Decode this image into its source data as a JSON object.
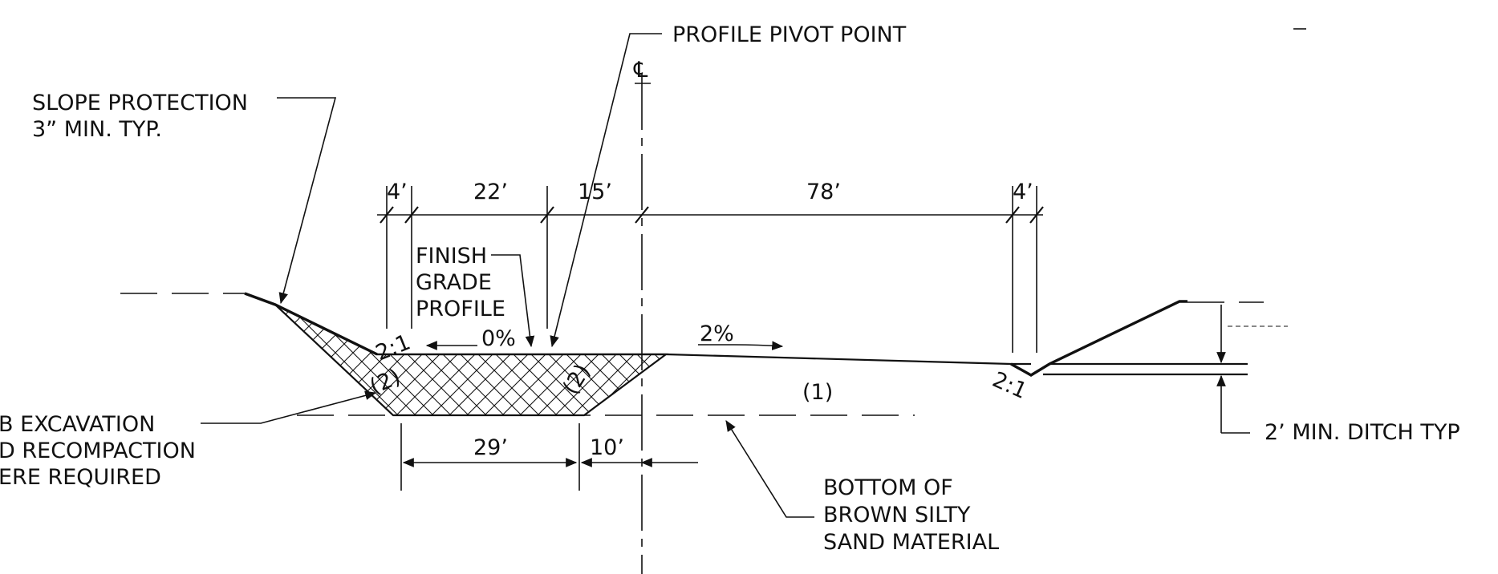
{
  "labels": {
    "pivot": "PROFILE PIVOT POINT",
    "centerline": "℄",
    "slope_protection_1": "SLOPE PROTECTION",
    "slope_protection_2": "3” MIN. TYP.",
    "finish_1": "FINISH",
    "finish_2": "GRADE",
    "finish_3": "PROFILE",
    "grade_0": "0%",
    "grade_2": "2%",
    "slope_left": "2:1",
    "slope_right": "2:1",
    "zone_left": "(2)",
    "zone_mid": "(2)",
    "zone_right": "(1)",
    "excav_1": "B EXCAVATION",
    "excav_2": "D RECOMPACTION",
    "excav_3": "ERE REQUIRED",
    "ditch": "2’ MIN. DITCH TYP",
    "bottom_1": "BOTTOM OF",
    "bottom_2": "BROWN SILTY",
    "bottom_3": "SAND MATERIAL"
  },
  "dimensions": {
    "top_4a": "4’",
    "top_22": "22’",
    "top_15": "15’",
    "top_78": "78’",
    "top_4b": "4’",
    "bottom_29": "29’",
    "bottom_10": "10’"
  }
}
